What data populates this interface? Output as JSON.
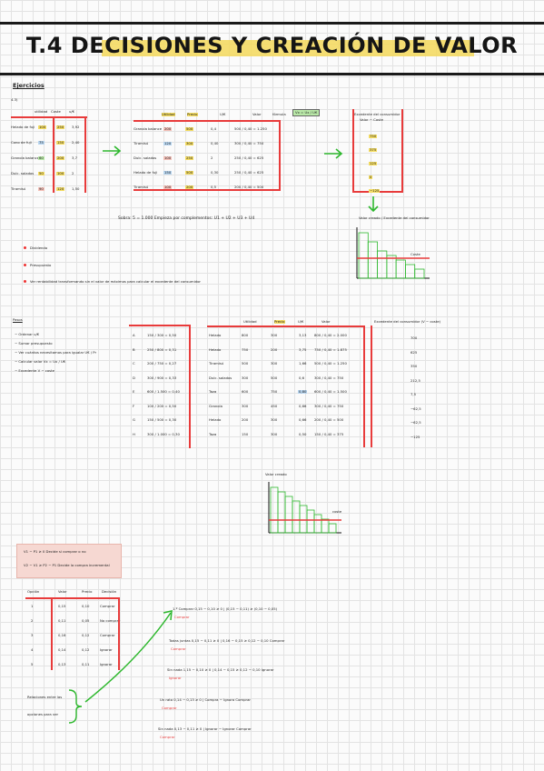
{
  "page": {
    "title": "T.4 DECISIONES Y CREACIÓN DE VALOR"
  },
  "section1": {
    "heading": "Ejercicios",
    "exercise_no": "4.3)",
    "small_table": {
      "headers": [
        "utilidad",
        "Coste",
        "u/€"
      ],
      "rows": [
        [
          "Helado de fuji",
          "100",
          "250",
          "3,92"
        ],
        [
          "Cono de fuji",
          "75",
          "150",
          "2,40"
        ],
        [
          "Granola balance",
          "60",
          "200",
          "3,7"
        ],
        [
          "Dulc. salados",
          "50",
          "100",
          "2"
        ],
        [
          "Tiramisú",
          "90",
          "120",
          "1,50"
        ]
      ]
    },
    "mid_table": {
      "headers": [
        "Utilidad",
        "Precio",
        "U/€",
        "Valor",
        "fórmula"
      ],
      "formula_box": "Vx = Ux / U€",
      "rows": [
        [
          "Granola balance",
          "200",
          "500",
          "0,4",
          "500 / 0,40 = 1.250"
        ],
        [
          "Tiramisú",
          "120",
          "300",
          "0,40",
          "300 / 0,40 = 750"
        ],
        [
          "Dulc. salados",
          "100",
          "250",
          "2",
          "250 / 0,40 = 625"
        ],
        [
          "Helado de fuji",
          "150",
          "500",
          "0,30",
          "250 / 0,40 = 625"
        ],
        [
          "Tiramisú",
          "100",
          "200",
          "0,5",
          "200 / 0,40 = 500"
        ]
      ],
      "note": "Sobra: 5 = 1.000   Empieza por complementos: U1 + U2 + U3 + U4"
    },
    "right_col": {
      "header": "Excedente del consumidor",
      "sub": "Valor − Coste",
      "values": [
        "750",
        "375",
        "125",
        "0",
        "−125"
      ],
      "caption": "Valor creado / Excedente del consumidor"
    },
    "chart_label": "Coste",
    "bullets": [
      "Dividendo",
      "Presupuesto",
      "Ver rentabilidad transformando sin el valor de máximos para calcular el excedente del consumidor"
    ]
  },
  "section2": {
    "heading": "Pasos",
    "steps": [
      "− Ordenar u/€",
      "− Sumar presupuesto",
      "− Ver cuántos necesitamos para igualar U€ / Pr",
      "− Calcular valor Vx = Ux / U€",
      "− Excedente V − coste"
    ],
    "letters": [
      "A",
      "B",
      "C",
      "D",
      "E",
      "F",
      "G",
      "H"
    ],
    "ratios": [
      "150 / 300 = 0,50",
      "250 / 800 = 0,31",
      "200 / 750 = 0,27",
      "300 / 900 = 0,33",
      "600 / 1.500 = 0,40",
      "100 / 200 = 0,50",
      "150 / 500 = 0,30",
      "300 / 1.000 = 0,30"
    ],
    "table": {
      "headers": [
        "Utilidad",
        "Precio",
        "U/€",
        "Valor"
      ],
      "rows": [
        [
          "Helado",
          "800",
          "300",
          "3,13",
          "800 / 0,40 = 2.000"
        ],
        [
          "Helado",
          "750",
          "200",
          "3,75",
          "750 / 0,40 = 1.875"
        ],
        [
          "Tiramisú",
          "500",
          "300",
          "1,66",
          "500 / 0,40 = 1.250"
        ],
        [
          "Dulc. salados",
          "300",
          "500",
          "0,6",
          "300 / 0,40 = 750"
        ],
        [
          "Taza",
          "600",
          "750",
          "0,80",
          "600 / 0,40 = 1.500"
        ],
        [
          "Granola",
          "300",
          "450",
          "0,66",
          "300 / 0,40 = 750"
        ],
        [
          "Helado",
          "200",
          "300",
          "0,66",
          "200 / 0,40 = 500"
        ],
        [
          "Taza",
          "150",
          "300",
          "0,50",
          "150 / 0,40 = 375"
        ]
      ]
    },
    "right_header": "Excedente del consumidor (V − coste)",
    "right_values": [
      "700",
      "625",
      "350",
      "212,5",
      "7,5",
      "−62,5",
      "−62,5",
      "−125"
    ],
    "chart_label": "Valor creado",
    "chart_axis": "coste"
  },
  "section3": {
    "box_lines": [
      "V1 − P1 ≥ 0     Decide si comprar o no",
      "V2 − V1 ≥ P2 − P1     Decide la compra incremental"
    ],
    "table": {
      "headers": [
        "Opción",
        "Valor",
        "Precio",
        "Decisión"
      ],
      "rows": [
        [
          "1",
          "0,15",
          "0,10",
          "Comprar"
        ],
        [
          "2",
          "0,11",
          "0,05",
          "No comprar"
        ],
        [
          "3",
          "0,16",
          "0,12",
          "Comprar"
        ],
        [
          "4",
          "0,14",
          "0,12",
          "Ignorar"
        ],
        [
          "5",
          "0,13",
          "0,11",
          "Ignorar"
        ]
      ]
    },
    "brace_note": [
      "Relaciones entre las",
      "opciones para ver"
    ],
    "eq_lines": [
      "1.º Comprar   0,15 − 0,10 ≥ 0   |   (0,15 − 0,11) ≥ (0,10 − 0,05)",
      "Todas juntas   0,15 − 0,11 ≥ 0   |   0,16 − 0,15 ≥ 0,12 − 0,10   Comprar",
      "Sin nada   1,15 − 0,10 ≥ 0   |   0,14 − 0,15 ≥ 0,12 − 0,10   Ignorar",
      "Un rato   0,14 − 0,13 ≥ 0   |   Compra − Ignora   Comprar",
      "Sin nada   0,13 − 0,11 ≥ 0   |   Ignorar − Ignorar   Comprar"
    ],
    "eq_tags": [
      "Comprar",
      "Comprar",
      "Ignorar",
      "Comprar",
      "Comprar"
    ]
  },
  "colors": {
    "accent_red": "#e83b3b",
    "accent_green": "#2eb82e",
    "title_highlight": "#f3d85a"
  }
}
